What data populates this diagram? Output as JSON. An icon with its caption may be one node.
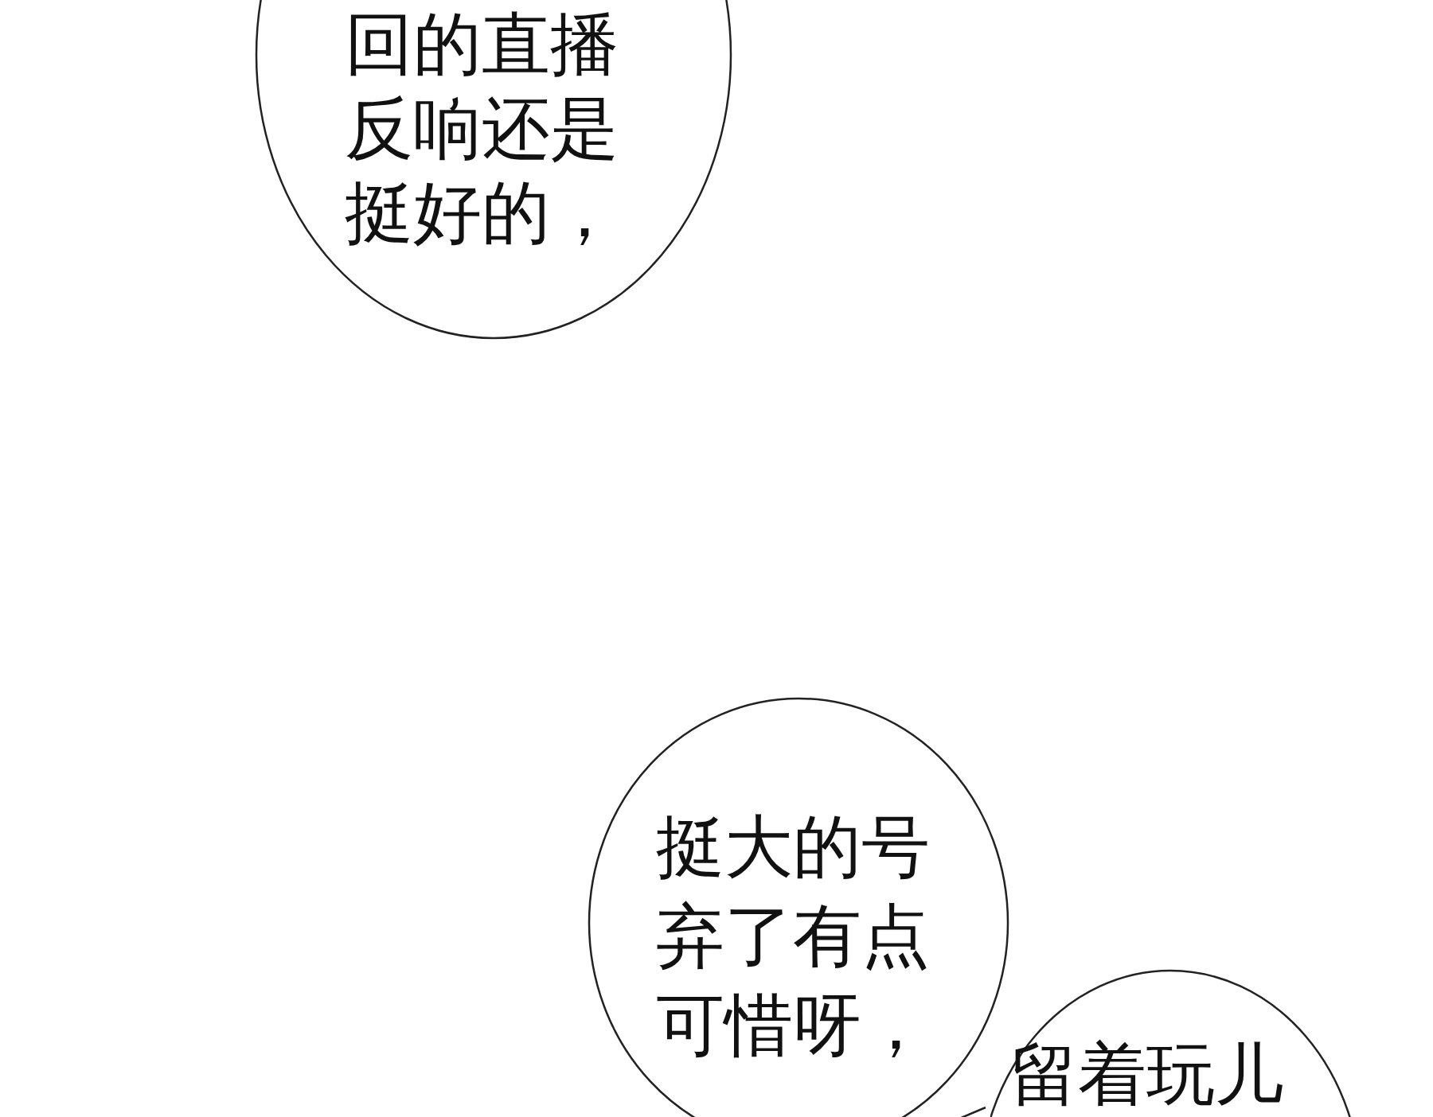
{
  "diagram": {
    "nodes": [
      {
        "text": [
          "回的直播反响还是挺好的，"
        ]
      },
      {
        "text": [
          "挺大的号弃了有点可惜呀，"
        ]
      },
      {
        "text": [
          "留着玩儿"
        ]
      }
    ]
  }
}
